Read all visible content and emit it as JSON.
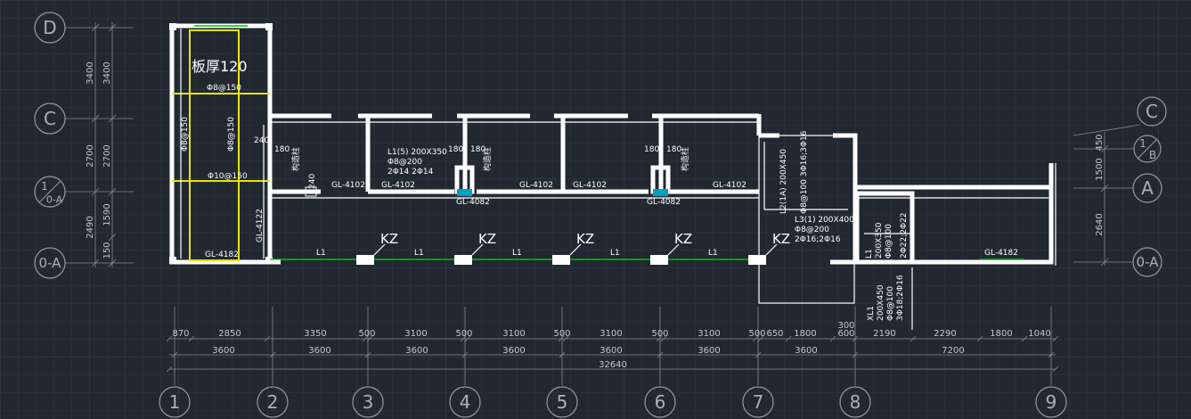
{
  "axes_left": [
    {
      "label": "D"
    },
    {
      "label": "C"
    },
    {
      "label": "1",
      "sub": "0-A"
    },
    {
      "label": "0-A"
    }
  ],
  "axes_right": [
    {
      "label": "C"
    },
    {
      "label": "1",
      "sub": "B"
    },
    {
      "label": "A"
    },
    {
      "label": "0-A"
    }
  ],
  "axes_bottom": [
    "1",
    "2",
    "3",
    "4",
    "5",
    "6",
    "7",
    "8",
    "9"
  ],
  "dims_left_outer": [
    "3400",
    "2700",
    "2490"
  ],
  "dims_left_inner": [
    "3400",
    "2700",
    "1590",
    "150"
  ],
  "dims_right": [
    "450",
    "1500",
    "2640"
  ],
  "dims_row1": [
    "870",
    "2850",
    "3350",
    "500",
    "3100",
    "500",
    "3100",
    "500",
    "3100",
    "500",
    "3100",
    "500",
    "650",
    "1800",
    "600",
    "2190",
    "2290",
    "1800",
    "1040"
  ],
  "dims_row1_extra": "300",
  "dims_row2": [
    "3600",
    "3600",
    "3600",
    "3600",
    "3600",
    "3600",
    "3600",
    "7200"
  ],
  "dims_total": "32640",
  "kz_label": "KZ",
  "labels": {
    "slab": "板厚120",
    "rebar1": "Φ8@150",
    "rebar2": "Φ8@150",
    "rebar3": "Φ10@150",
    "rebar_v1": "Φ8@150",
    "rebar_v2": "Φ8@150",
    "gl4102": "GL-4102",
    "gl4082": "GL-4082",
    "gl4182": "GL-4182",
    "gl4122": "GL-4122",
    "l1": "L1",
    "beam_l1": "L1(5) 200X350",
    "beam_l1_r1": "Φ8@200",
    "beam_l1_r2": "2Φ14 2Φ14",
    "beam_l2": "L2(1A) 200X450",
    "beam_l2_r": "Φ8@100  3Φ16;3Φ16",
    "beam_l3": "L3(1) 200X400",
    "beam_l3_r1": "Φ8@200",
    "beam_l3_r2": "2Φ16;2Φ16",
    "d180": "180",
    "d240": "240",
    "zhu": "构造柱",
    "beam_v_a": "L1",
    "beam_v_a1": "200X350",
    "beam_v_a2": "Φ8@100",
    "beam_v_a3": "2Φ22;2Φ22",
    "beam_v_b": "XL1",
    "beam_v_b1": "200X450",
    "beam_v_b2": "Φ8@100",
    "beam_v_b3": "3Φ18;2Φ16"
  }
}
